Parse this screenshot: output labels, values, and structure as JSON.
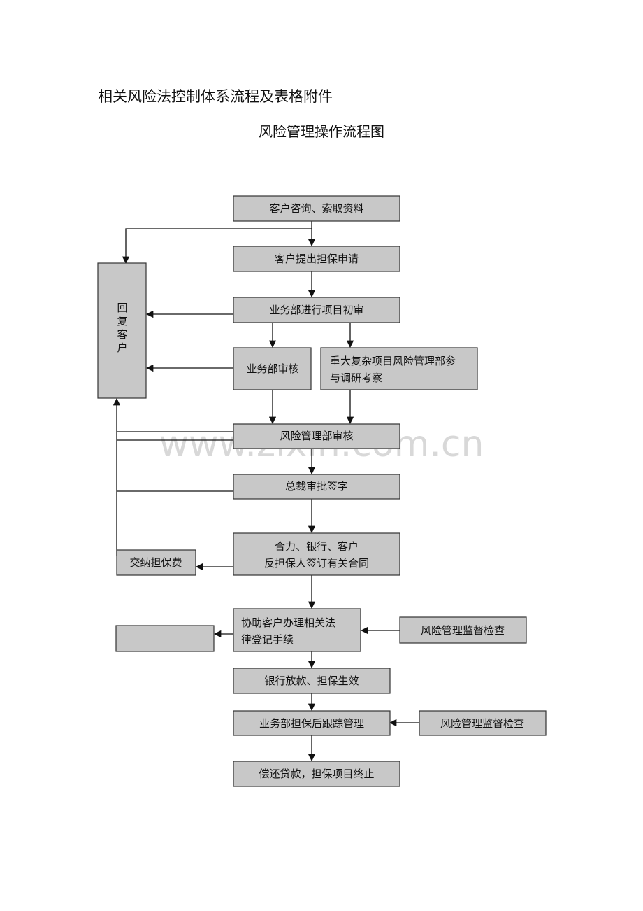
{
  "document": {
    "heading": "相关风险法控制体系流程及表格附件",
    "flow_title": "风险管理操作流程图",
    "watermark": "www.zixin.com.cn"
  },
  "flow": {
    "consult": "客户咨询、索取资料",
    "apply": "客户提出担保申请",
    "initial_review": "业务部进行项目初审",
    "dept_review": "业务部审核",
    "major_line1": "重大复杂项目风险管理部参",
    "major_line2": "与调研考察",
    "reply": [
      "回",
      "复",
      "客",
      "户"
    ],
    "risk_review": "风险管理部审核",
    "president": "总裁审批签字",
    "contract_line1": "合力、银行、客户",
    "contract_line2": "反担保人签订有关合同",
    "fee": "交纳担保费",
    "legal_line1": "协助客户办理相关法",
    "legal_line2": "律登记手续",
    "blank_box": "",
    "monitor_1": "风险管理监督检查",
    "loan": "银行放款、担保生效",
    "tracking": "业务部担保后跟踪管理",
    "monitor_2": "风险管理监督检查",
    "end": "偿还贷款，担保项目终止"
  }
}
